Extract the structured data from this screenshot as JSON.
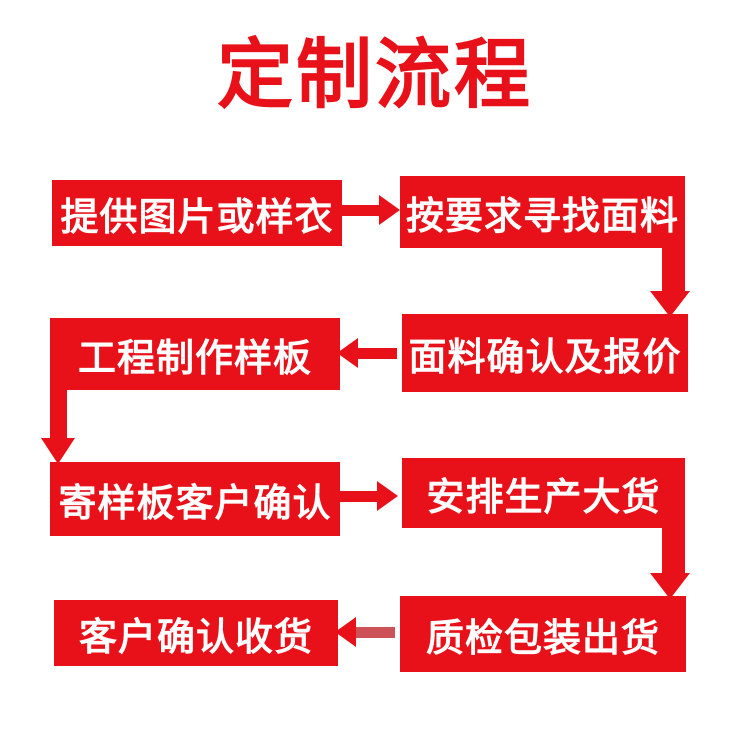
{
  "title": "定制流程",
  "colors": {
    "red": "#e8111a",
    "mutedRed": "#cc5257",
    "white": "#ffffff"
  },
  "steps": [
    {
      "label": "提供图片或样衣"
    },
    {
      "label": "按要求寻找面料"
    },
    {
      "label": "面料确认及报价"
    },
    {
      "label": "工程制作样板"
    },
    {
      "label": "寄样板客户确认"
    },
    {
      "label": "安排生产大货"
    },
    {
      "label": "质检包装出货"
    },
    {
      "label": "客户确认收货"
    }
  ],
  "connectors": [
    {
      "from": "提供图片或样衣",
      "to": "按要求寻找面料",
      "direction": "right"
    },
    {
      "from": "按要求寻找面料",
      "to": "面料确认及报价",
      "direction": "down"
    },
    {
      "from": "面料确认及报价",
      "to": "工程制作样板",
      "direction": "left"
    },
    {
      "from": "工程制作样板",
      "to": "寄样板客户确认",
      "direction": "down"
    },
    {
      "from": "寄样板客户确认",
      "to": "安排生产大货",
      "direction": "right"
    },
    {
      "from": "安排生产大货",
      "to": "质检包装出货",
      "direction": "down"
    },
    {
      "from": "质检包装出货",
      "to": "客户确认收货",
      "direction": "left"
    }
  ]
}
